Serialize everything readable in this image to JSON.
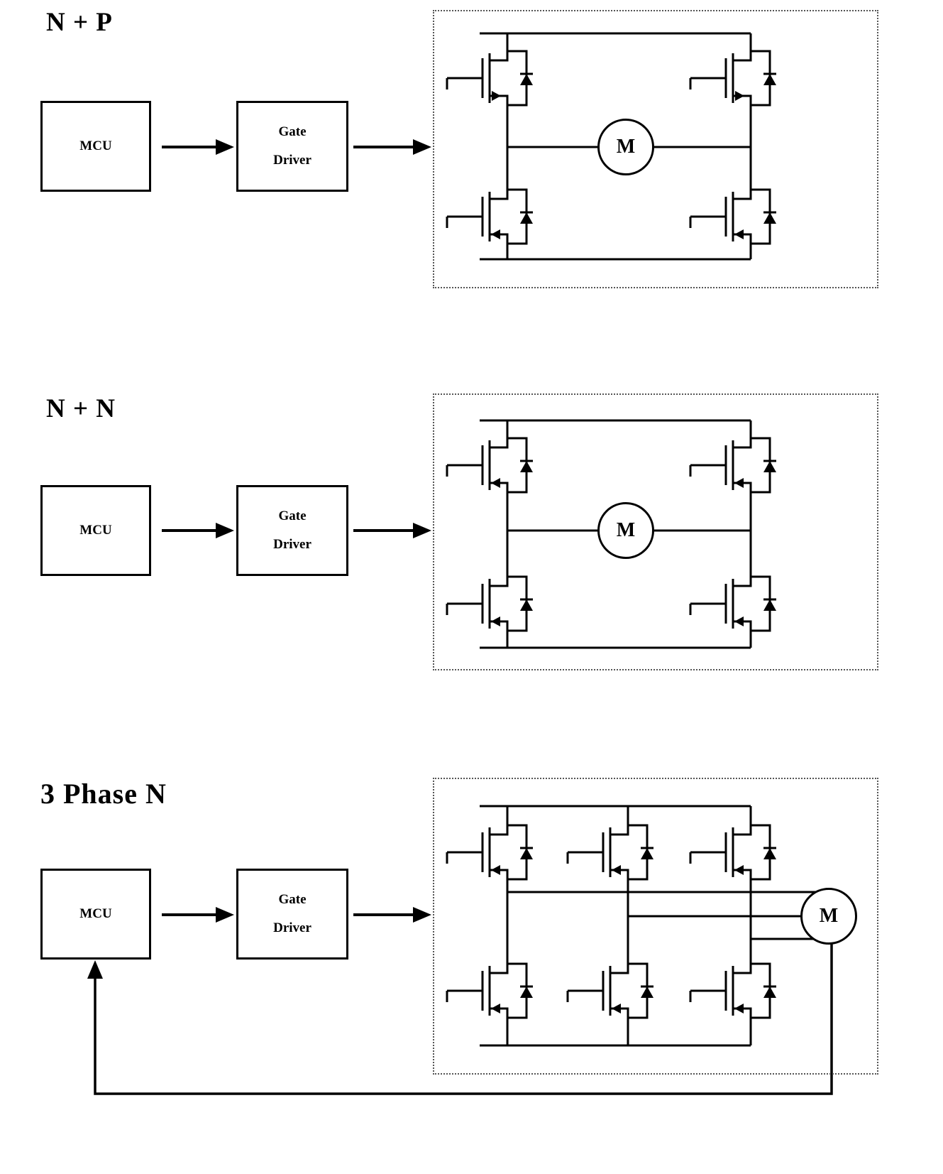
{
  "colors": {
    "line": "#000000",
    "background": "#ffffff",
    "dotted_border": "#555555"
  },
  "sections": [
    {
      "title": "N + P",
      "mcu_label": "MCU",
      "gate_driver": {
        "line1": "Gate",
        "line2": "Driver"
      },
      "motor_label": "M",
      "topology": "h-bridge, P-channel high side + N-channel low side"
    },
    {
      "title": "N + N",
      "mcu_label": "MCU",
      "gate_driver": {
        "line1": "Gate",
        "line2": "Driver"
      },
      "motor_label": "M",
      "topology": "h-bridge, N-channel high side + N-channel low side"
    },
    {
      "title": "3 Phase N",
      "mcu_label": "MCU",
      "gate_driver": {
        "line1": "Gate",
        "line2": "Driver"
      },
      "motor_label": "M",
      "topology": "three phase bridge, six N-channel MOSFETs, motor feedback to MCU"
    }
  ]
}
